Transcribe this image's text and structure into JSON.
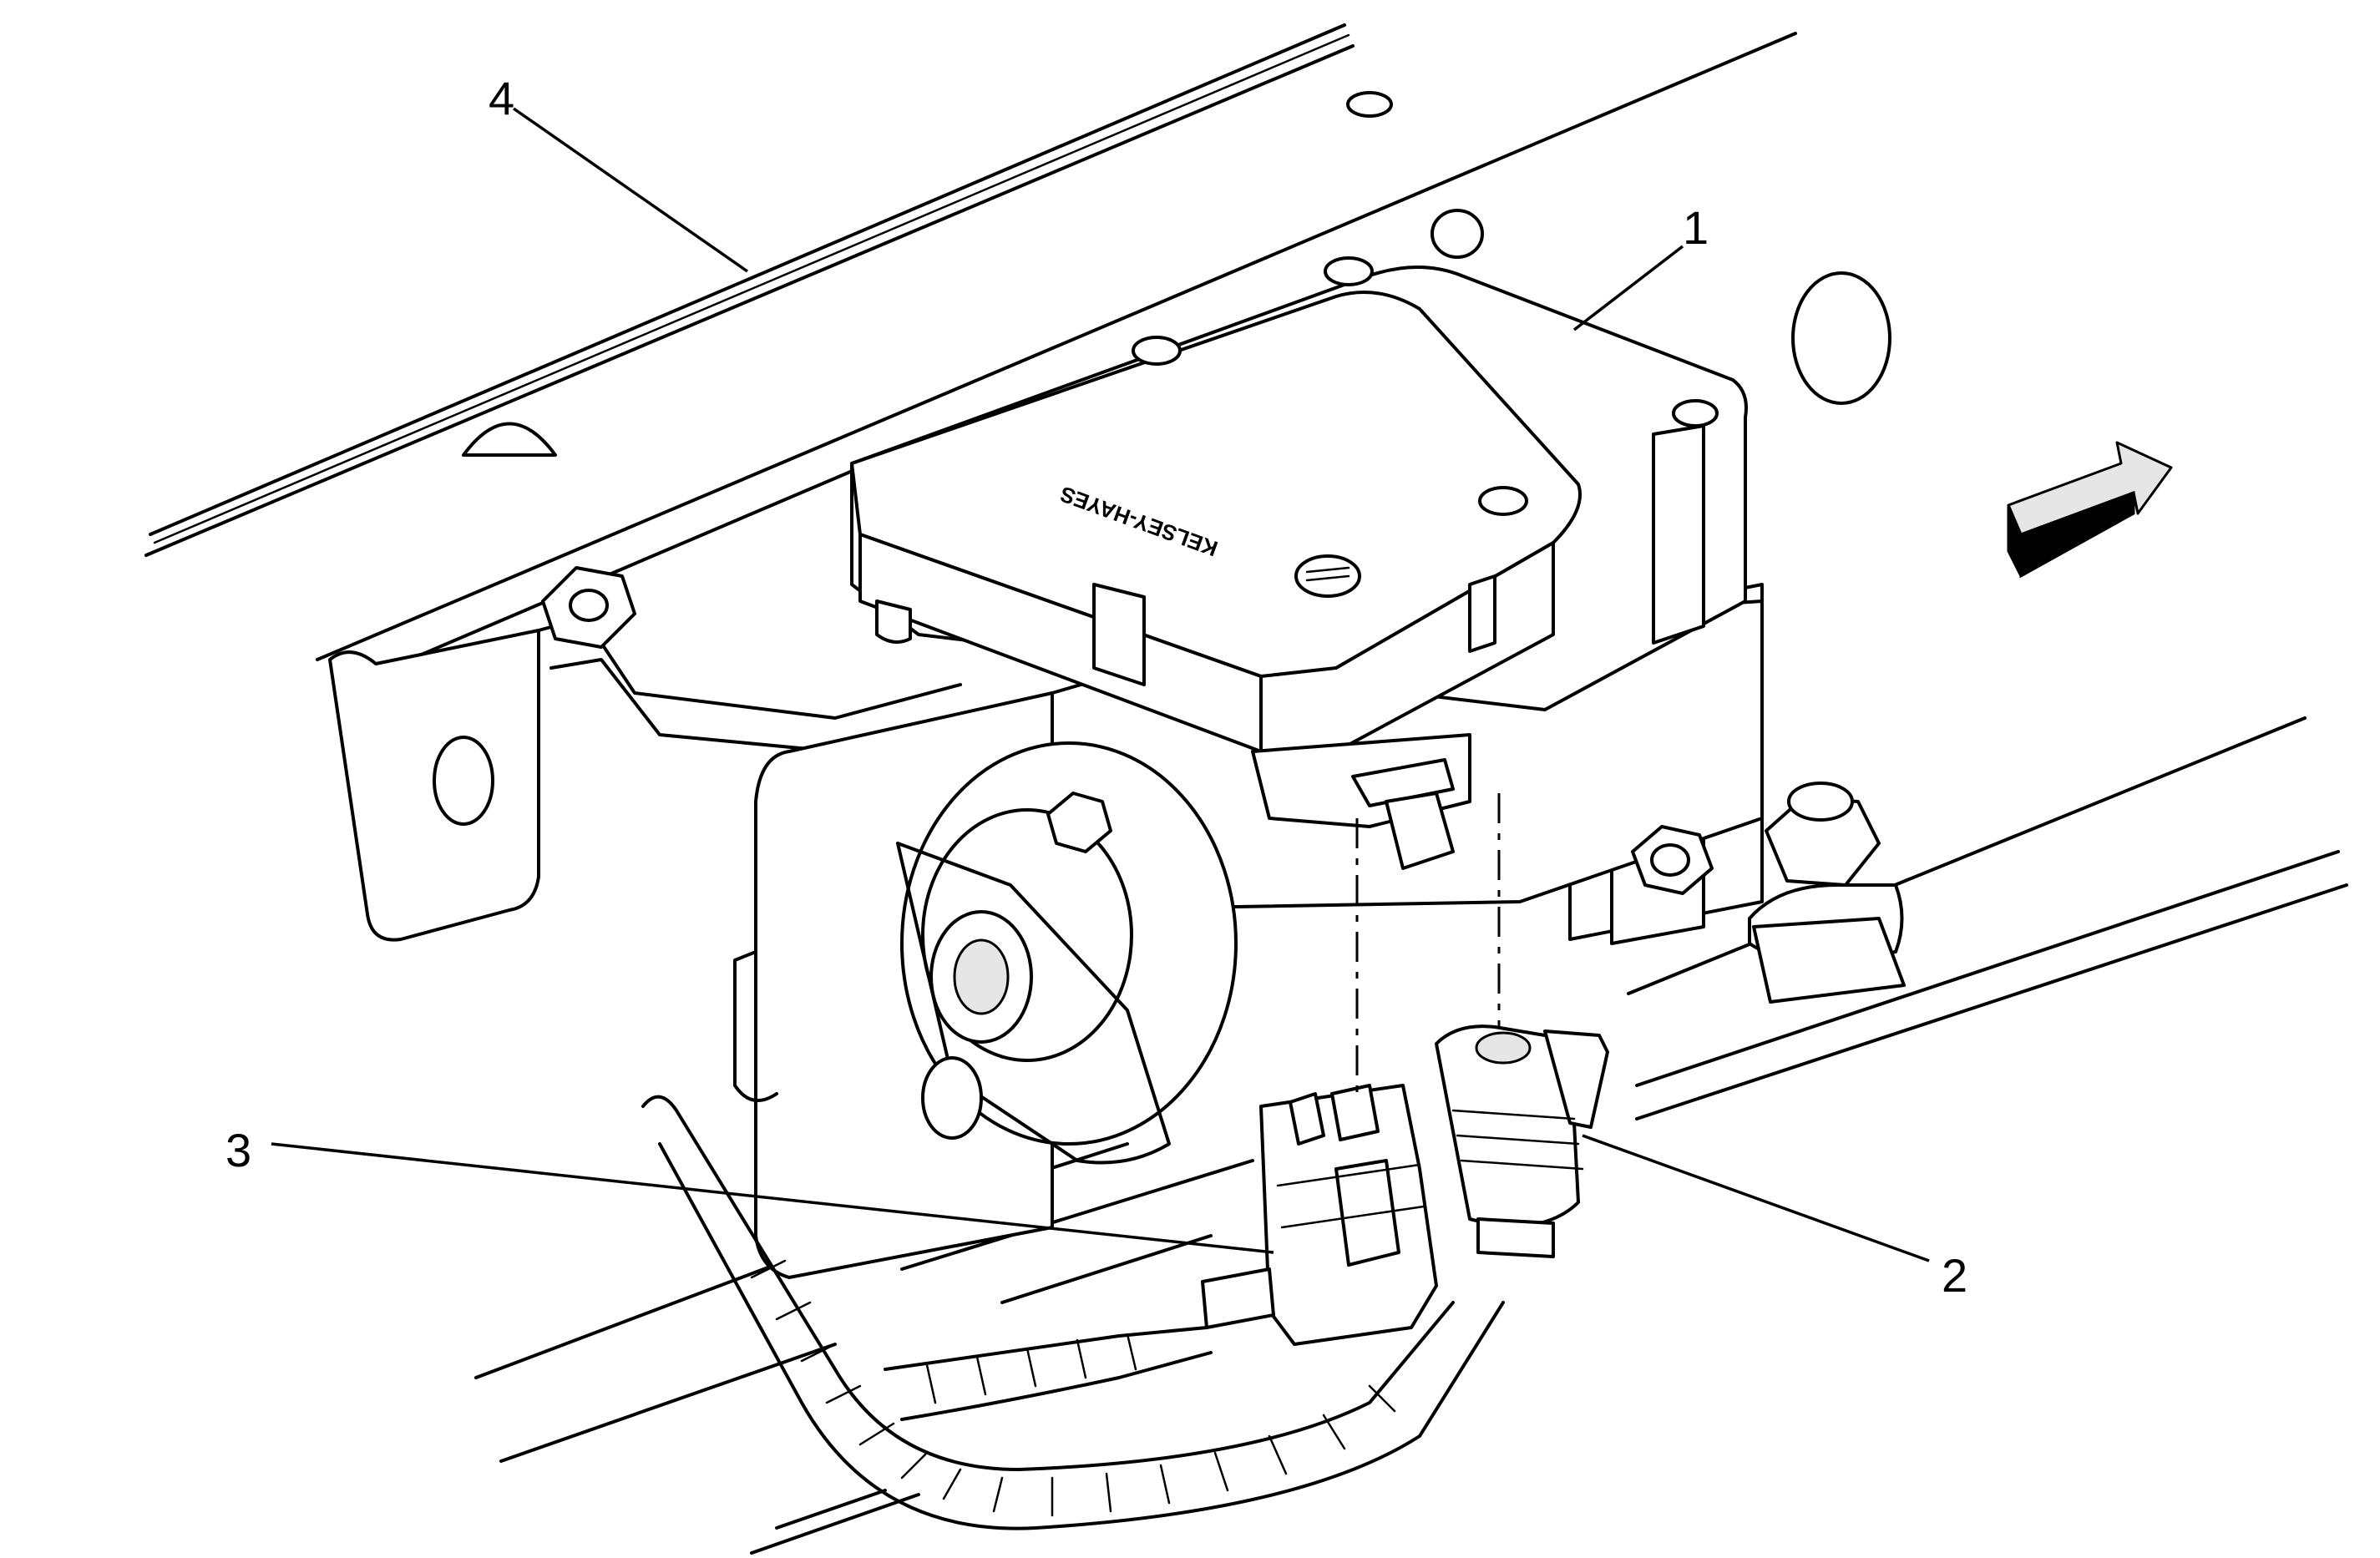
{
  "callouts": {
    "c1": "1",
    "c2": "2",
    "c3": "3",
    "c4": "4"
  },
  "module_label": "KELSEY-HAYES",
  "colors": {
    "line": "#000000",
    "shade": "#e6e6e6",
    "background": "#ffffff"
  },
  "icons": {
    "direction_arrow": "forward-arrow-icon"
  }
}
